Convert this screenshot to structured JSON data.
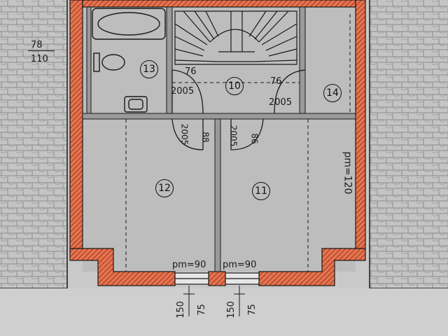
{
  "colors": {
    "background": "#c9c9c9",
    "wall_fill": "#e8734e",
    "wall_hatch": "#7a2a18",
    "outline": "#1a1a1a",
    "roof_tile": "#8d8d8d"
  },
  "labels": {
    "outside_width": "78",
    "outside_height": "110",
    "room_13": "13",
    "room_10": "10",
    "room_14": "14",
    "room_12": "12",
    "room_11": "11",
    "door_10_left_w": "76",
    "door_10_left_h": "2005",
    "door_10_right_w": "76",
    "door_10_right_h": "2005",
    "door_12_h": "2005",
    "door_12_w": "88",
    "door_11_h": "2005",
    "door_11_w": "86",
    "pm_right": "pm=120",
    "pm_window_left": "pm=90",
    "pm_window_right": "pm=90",
    "dim_left_150": "150",
    "dim_left_75": "75",
    "dim_right_150": "150",
    "dim_right_75": "75"
  },
  "icons": [
    "bathtub-icon",
    "toilet-icon",
    "sink-icon",
    "staircase-icon",
    "door-swing-icon",
    "window-icon"
  ]
}
